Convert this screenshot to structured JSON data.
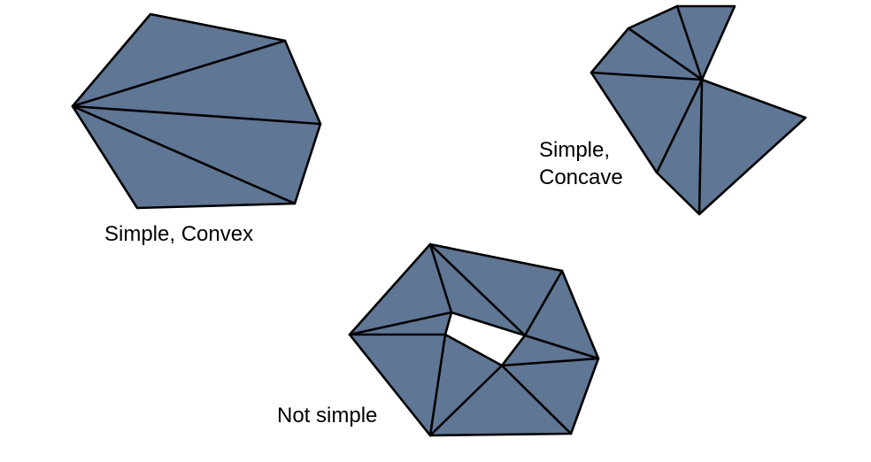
{
  "labels": {
    "convex": "Simple, Convex",
    "concave_line1": "Simple,",
    "concave_line2": "Concave",
    "not_simple": "Not simple"
  },
  "colors": {
    "polygon_fill": "#5f7694",
    "edge": "#000000",
    "background": "#ffffff"
  }
}
